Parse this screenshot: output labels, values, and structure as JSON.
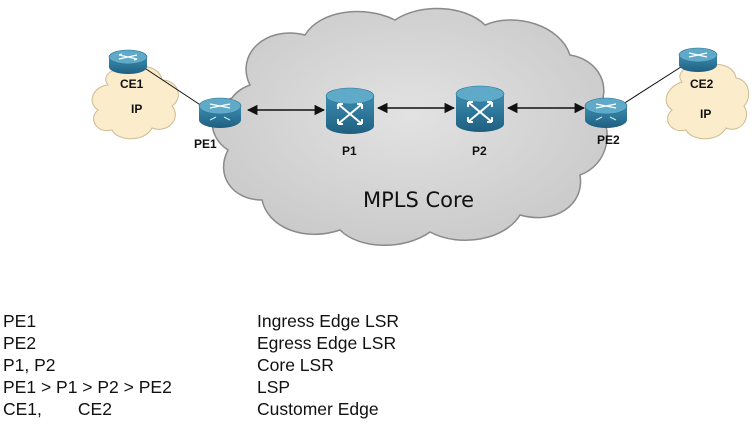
{
  "network": {
    "core_label": "MPLS Core",
    "nodes": {
      "ce1": "CE1",
      "ce2": "CE2",
      "pe1": "PE1",
      "pe2": "PE2",
      "p1": "P1",
      "p2": "P2"
    },
    "site_labels": {
      "left": "IP",
      "right": "IP"
    }
  },
  "legend": {
    "rows": [
      {
        "term": "PE1",
        "desc": "Ingress Edge LSR"
      },
      {
        "term": "PE2",
        "desc": "Egress Edge LSR"
      },
      {
        "term": "P1, P2",
        "desc": "Core LSR"
      },
      {
        "term": "PE1 > P1 > P2 > PE2",
        "desc": "LSP"
      },
      {
        "term_a": "CE1,",
        "term_b": "CE2",
        "desc": "Customer Edge"
      }
    ]
  },
  "colors": {
    "cloud_fill": "#d6d6d6",
    "cloud_stroke": "#8a8a8a",
    "site_fill": "#fbeccb",
    "site_stroke": "#cdbb93",
    "router_body": "#2f7fa3",
    "router_top": "#5fa9c9"
  }
}
